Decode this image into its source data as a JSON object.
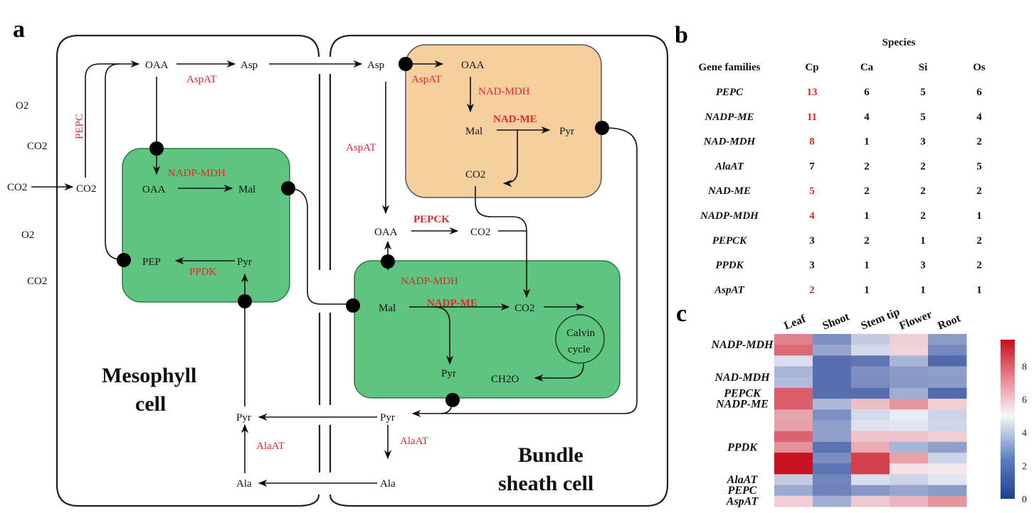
{
  "panel_a": {
    "letter": "a",
    "mesophyll_label": [
      "Mesophyll",
      "cell"
    ],
    "bundle_sheath_label": [
      "Bundle",
      "sheath cell"
    ],
    "outside": [
      "O2",
      "CO2",
      "CO2",
      "O2",
      "CO2"
    ],
    "metabolites": {
      "co2_in": "CO2",
      "oaa_top": "OAA",
      "asp_top": "Asp",
      "oaa_chloro": "OAA",
      "mal_chloro": "Mal",
      "pep": "PEP",
      "pyr_chloro": "Pyr",
      "pyr_ms": "Pyr",
      "ala_ms": "Ala",
      "asp_bs": "Asp",
      "oaa_mito": "OAA",
      "mal_mito": "Mal",
      "pyr_mito": "Pyr",
      "co2_mito": "CO2",
      "oaa_bs": "OAA",
      "co2_bs": "CO2",
      "mal_bs": "Mal",
      "co2_bs_chloro": "CO2",
      "pyr_bs_chloro": "Pyr",
      "ch2o": "CH2O",
      "calvin": [
        "Calvin",
        "cycle"
      ],
      "pyr_bs": "Pyr",
      "ala_bs": "Ala"
    },
    "enzymes": {
      "pepc": "PEPC",
      "aspat_ms": "AspAT",
      "nadp_mdh_ms": "NADP-MDH",
      "ppdk": "PPDK",
      "alaat_ms": "AlaAT",
      "aspat_mito": "AspAT",
      "nad_mdh": "NAD-MDH",
      "nad_me": "NAD-ME",
      "aspat_bs": "AspAT",
      "pepck": "PEPCK",
      "nadp_mdh_bs": "NADP-MDH",
      "nadp_me": "NADP-ME",
      "alaat_bs": "AlaAT"
    },
    "colors": {
      "chloroplast": "#5ec47f",
      "mitochondrion": "#f7cf9f",
      "enzyme": "#e0282e"
    }
  },
  "panel_b": {
    "letter": "b",
    "species_header": "Species",
    "first_col_header": "Gene families",
    "columns": [
      "Cp",
      "Ca",
      "Si",
      "Os"
    ],
    "rows": [
      {
        "gene": "PEPC",
        "values": [
          "13",
          "6",
          "5",
          "6"
        ],
        "cp_highlight": true
      },
      {
        "gene": "NADP-ME",
        "values": [
          "11",
          "4",
          "5",
          "4"
        ],
        "cp_highlight": true
      },
      {
        "gene": "NAD-MDH",
        "values": [
          "8",
          "1",
          "3",
          "2"
        ],
        "cp_highlight": true
      },
      {
        "gene": "AlaAT",
        "values": [
          "7",
          "2",
          "2",
          "5"
        ],
        "cp_highlight": false
      },
      {
        "gene": "NAD-ME",
        "values": [
          "5",
          "2",
          "2",
          "2"
        ],
        "cp_highlight": true
      },
      {
        "gene": "NADP-MDH",
        "values": [
          "4",
          "1",
          "2",
          "1"
        ],
        "cp_highlight": true
      },
      {
        "gene": "PEPCK",
        "values": [
          "3",
          "2",
          "1",
          "2"
        ],
        "cp_highlight": false
      },
      {
        "gene": "PPDK",
        "values": [
          "3",
          "1",
          "3",
          "2"
        ],
        "cp_highlight": false
      },
      {
        "gene": "AspAT",
        "values": [
          "2",
          "1",
          "1",
          "1"
        ],
        "cp_highlight": true
      }
    ]
  },
  "chart_data": {
    "type": "heatmap",
    "panel_letter": "c",
    "columns": [
      "Leaf",
      "Shoot",
      "Stem tip",
      "Flower",
      "Root"
    ],
    "row_labels": [
      {
        "label": "NADP-MDH",
        "rows": [
          0,
          1
        ]
      },
      {
        "label": "NAD-MDH",
        "rows": [
          3,
          4
        ]
      },
      {
        "label": "PEPCK",
        "rows": [
          5
        ]
      },
      {
        "label": "NADP-ME",
        "rows": [
          6
        ]
      },
      {
        "label": "PPDK",
        "rows": [
          10
        ]
      },
      {
        "label": "AlaAT",
        "rows": [
          13
        ]
      },
      {
        "label": "PEPC",
        "rows": [
          14
        ]
      },
      {
        "label": "AspAT",
        "rows": [
          15
        ]
      }
    ],
    "values": [
      [
        7.3,
        2.2,
        3.8,
        5.8,
        2.5
      ],
      [
        7.8,
        2.8,
        4.2,
        5.7,
        2.0
      ],
      [
        4.3,
        1.3,
        1.5,
        3.2,
        1.2
      ],
      [
        3.2,
        1.3,
        2.2,
        2.5,
        2.6
      ],
      [
        3.4,
        1.3,
        2.1,
        2.4,
        2.5
      ],
      [
        8.0,
        1.3,
        1.3,
        3.0,
        1.2
      ],
      [
        8.0,
        3.3,
        6.1,
        6.9,
        5.8
      ],
      [
        6.6,
        2.2,
        4.2,
        4.7,
        4.0
      ],
      [
        6.7,
        2.6,
        4.4,
        4.5,
        4.1
      ],
      [
        7.9,
        2.6,
        6.0,
        6.0,
        5.8
      ],
      [
        7.0,
        1.4,
        6.5,
        3.2,
        2.6
      ],
      [
        9.5,
        2.1,
        8.6,
        6.7,
        4.0
      ],
      [
        9.5,
        1.4,
        8.6,
        5.4,
        5.3
      ],
      [
        3.8,
        1.9,
        4.3,
        4.0,
        4.5
      ],
      [
        2.9,
        1.8,
        2.4,
        2.8,
        2.5
      ],
      [
        5.8,
        3.0,
        5.9,
        6.3,
        6.9
      ]
    ],
    "colorbar": {
      "range": [
        0,
        9.6
      ],
      "mid": 5,
      "ticks": [
        "8",
        "6",
        "4",
        "2",
        "0"
      ],
      "low_color": "#1f3f95",
      "mid_color": "#f7f7fb",
      "high_color": "#c80d1c"
    }
  }
}
